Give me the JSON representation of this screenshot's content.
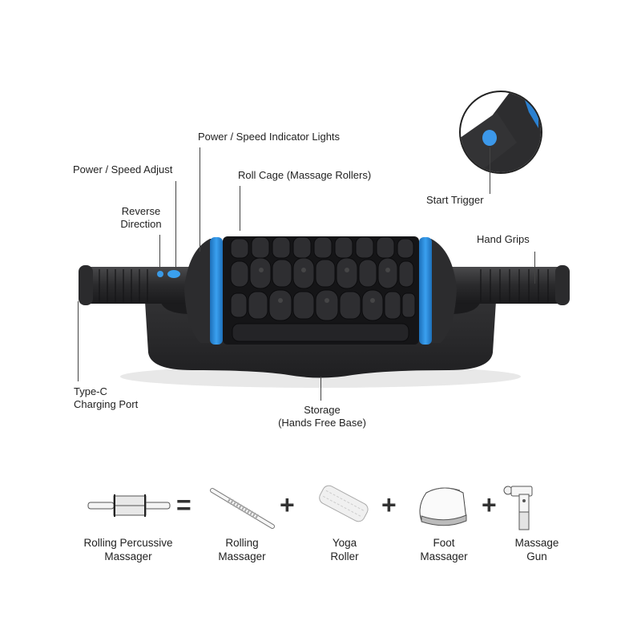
{
  "callouts": {
    "indicator_lights": "Power / Speed Indicator Lights",
    "speed_adjust": "Power / Speed Adjust",
    "roll_cage": "Roll Cage (Massage Rollers)",
    "reverse_line1": "Reverse",
    "reverse_line2": "Direction",
    "start_trigger": "Start Trigger",
    "hand_grips": "Hand Grips",
    "typec_line1": "Type-C",
    "typec_line2": "Charging Port",
    "storage_line1": "Storage",
    "storage_line2": "(Hands Free Base)"
  },
  "colors": {
    "accent_blue": "#2f8fe0",
    "body_black": "#2a2a2c",
    "base_black": "#252527"
  },
  "equation": {
    "items": [
      {
        "line1": "Rolling Percussive",
        "line2": "Massager",
        "icon": "rolling-percussive-massager-icon"
      },
      {
        "line1": "Rolling",
        "line2": "Massager",
        "icon": "rolling-massager-icon"
      },
      {
        "line1": "Yoga",
        "line2": "Roller",
        "icon": "yoga-roller-icon"
      },
      {
        "line1": "Foot",
        "line2": "Massager",
        "icon": "foot-massager-icon"
      },
      {
        "line1": "Massage",
        "line2": "Gun",
        "icon": "massage-gun-icon"
      }
    ],
    "equals": "=",
    "plus": "+"
  }
}
